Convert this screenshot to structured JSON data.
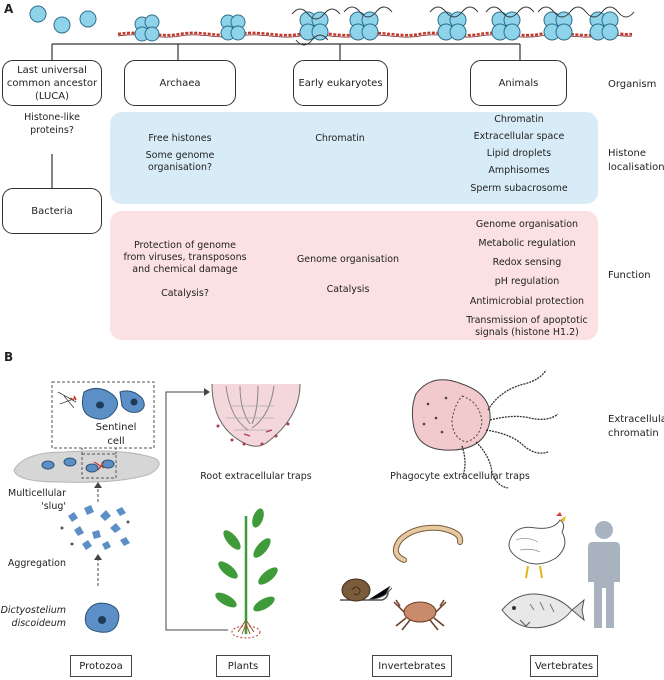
{
  "panel_a": {
    "label": "A",
    "nodes": {
      "luca": "Last universal\ncommon ancestor\n(LUCA)",
      "archaea": "Archaea",
      "early_eukaryotes": "Early eukaryotes",
      "animals": "Animals",
      "bacteria": "Bacteria"
    },
    "histone_like": "Histone-like\nproteins?",
    "row_labels": {
      "organism": "Organism",
      "localisation": "Histone\nlocalisation",
      "function": "Function"
    },
    "localisation": {
      "archaea": [
        "Free histones",
        "Some genome\norganisation?"
      ],
      "early_eukaryotes": [
        "Chromatin"
      ],
      "animals": [
        "Chromatin",
        "Extracellular space",
        "Lipid droplets",
        "Amphisomes",
        "Sperm subacrosome"
      ]
    },
    "function": {
      "archaea": [
        "Protection of genome\nfrom viruses, transposons\nand chemical damage",
        "Catalysis?"
      ],
      "early_eukaryotes": [
        "Genome organisation",
        "Catalysis"
      ],
      "animals": [
        "Genome organisation",
        "Metabolic regulation",
        "Redox sensing",
        "pH regulation",
        "Antimicrobial protection",
        "Transmission of apoptotic\nsignals (histone H1.2)"
      ]
    },
    "colors": {
      "localisation_band": "#d8ecf8",
      "function_band": "#fbe1e1",
      "histone_fill": "#8fd3ea",
      "dna": "#c0392b"
    }
  },
  "panel_b": {
    "label": "B",
    "sentinel_cell": "Sentinel cell",
    "slug": "Multicellular\n'slug'",
    "aggregation": "Aggregation",
    "dicty": "Dictyostelium\ndiscoideum",
    "root_traps": "Root extracellular traps",
    "phagocyte_traps": "Phagocyte extracellular traps",
    "extracellular_chromatin": "Extracellular\nchromatin",
    "categories": [
      "Protozoa",
      "Plants",
      "Invertebrates",
      "Vertebrates"
    ],
    "colors": {
      "amoeba": "#5b8fc6",
      "slug": "#d6d6d6",
      "root": "#f4d7dc",
      "phagocyte": "#f2c9cd",
      "plant_green": "#3f9a3a",
      "human": "#a9b3bf"
    }
  }
}
